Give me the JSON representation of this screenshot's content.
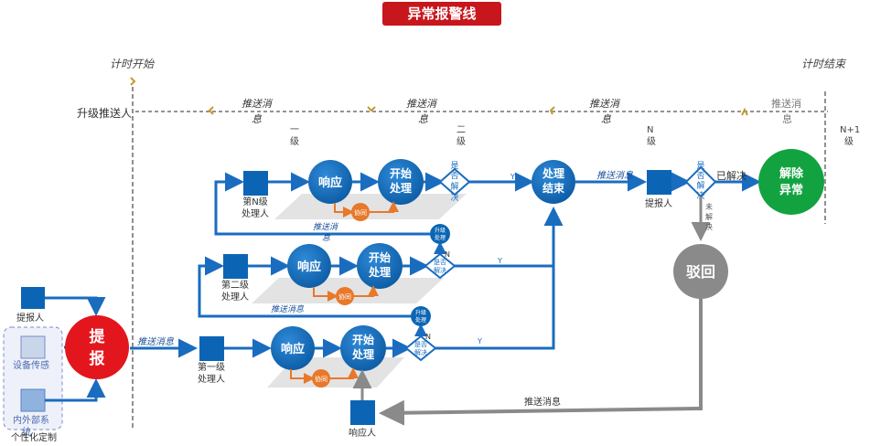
{
  "title": "异常报警线",
  "timeline": {
    "start": "计时开始",
    "end": "计时结束",
    "escalator": "升级推送人",
    "push_label_line1": "推送消",
    "push_label_line2": "息",
    "levels": [
      "一",
      "二",
      "N",
      "N+1"
    ],
    "level_suffix": "级"
  },
  "report": {
    "big_circle": [
      "提",
      "报"
    ],
    "reporter": "提报人",
    "device": "设备传感",
    "dept": "内外部系",
    "dept2": "统",
    "custom": "个性化定制",
    "push_msg": "推送消息"
  },
  "rows": [
    {
      "handler": [
        "第N级",
        "处理人"
      ],
      "respond": "响应",
      "start": [
        "开始",
        "处理"
      ],
      "assist": "协同",
      "decision": [
        "是",
        "否",
        "解",
        "决"
      ],
      "y": "Y"
    },
    {
      "handler": [
        "第二级",
        "处理人"
      ],
      "respond": "响应",
      "start": [
        "开始",
        "处理"
      ],
      "assist": "协同",
      "decision": [
        "是否",
        "解决"
      ],
      "y": "Y",
      "n": "N",
      "upgrade": [
        "升级",
        "处理"
      ],
      "push": [
        "推送消",
        "息"
      ]
    },
    {
      "handler": [
        "第一级",
        "处理人"
      ],
      "respond": "响应",
      "start": [
        "开始",
        "处理"
      ],
      "assist": "协同",
      "decision": [
        "是否",
        "解决"
      ],
      "y": "Y",
      "n": "N",
      "upgrade": [
        "升级",
        "处理"
      ],
      "push": [
        "推送消息"
      ]
    }
  ],
  "end_nodes": {
    "finish": [
      "处理",
      "结束"
    ],
    "push_msg": "推送消息",
    "reporter": "提报人",
    "decision": [
      "是",
      "否",
      "解",
      "决"
    ],
    "resolved": "已解决",
    "unresolved": [
      "未",
      "解",
      "决"
    ],
    "clear": [
      "解除",
      "异常"
    ],
    "reject": "驳回",
    "return_msg": "推送消息",
    "responder": "响应人"
  },
  "colors": {
    "blue": "#1a6cbf",
    "node_blue": "#0c65b4",
    "red": "#e4161d",
    "green": "#12a340",
    "gray": "#8a8a8a",
    "orange": "#e8782a",
    "title_red": "#c8161d"
  }
}
